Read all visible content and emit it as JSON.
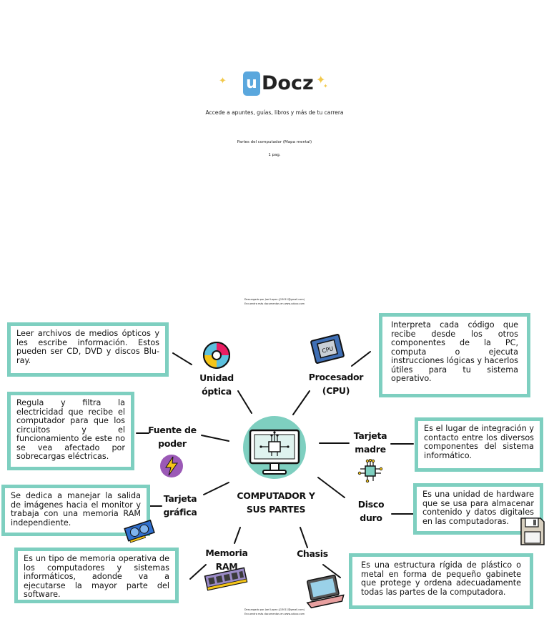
{
  "header": {
    "logo_letter": "u",
    "logo_text": "Docz",
    "tagline": "Accede a apuntes, guías, libros y más de tu carrera",
    "doc_title": "Partes del computador (Mapa mental)",
    "doc_pages": "1 pag."
  },
  "footer": {
    "downloaded_by": "Descargado por Joel Lopez (j13011@gmail.com)",
    "more_docs": "Encuentra más documentos en www.udocz.com"
  },
  "mindmap": {
    "center": "COMPUTADOR Y SUS PARTES",
    "nodes": {
      "unidad_optica": {
        "label": "Unidad óptica",
        "text": "Leer archivos de medios ópticos y les escribe información. Estos pueden ser CD, DVD y discos Blu-ray."
      },
      "procesador": {
        "label": "Procesador (CPU)",
        "text": "Interpreta cada código que recibe desde los otros componentes de la PC, computa o ejecuta instrucciones lógicas y hacerlos útiles para tu sistema operativo."
      },
      "fuente": {
        "label": "Fuente de poder",
        "text": "Regula y filtra la electricidad que recibe el computador para que los circuitos y el funcionamiento de este no se vea afectado por sobrecargas eléctricas."
      },
      "tarjeta_madre": {
        "label": "Tarjeta madre",
        "text": "Es el lugar de integración y contacto entre los diversos componentes del sistema informático."
      },
      "tarjeta_grafica": {
        "label": "Tarjeta gráfica",
        "text": "Se dedica a manejar la salida de imágenes hacia el monitor y trabaja con una memoria RAM independiente."
      },
      "disco_duro": {
        "label": "Disco duro",
        "text": "Es una unidad de hardware que se usa para almacenar contenido y datos digitales en las computadoras."
      },
      "memoria_ram": {
        "label": "Memoria RAM",
        "text": "Es un tipo de memoria operativa de los computadores y sistemas informáticos, adonde va a ejecutarse la mayor parte del software."
      },
      "chasis": {
        "label": "Chasis",
        "text": "Es una estructura rígida de plástico o metal en forma de pequeño gabinete que protege y ordena adecuadamente todas las partes de la computadora."
      }
    },
    "icons": [
      "cd-icon",
      "cpu-chip-icon",
      "lightning-icon",
      "motherboard-icon",
      "graphics-card-icon",
      "floppy-disk-icon",
      "ram-stick-icon",
      "laptop-icon",
      "computer-monitor-icon"
    ]
  },
  "colors": {
    "accent": "#7ecfc0",
    "text": "#111111"
  }
}
